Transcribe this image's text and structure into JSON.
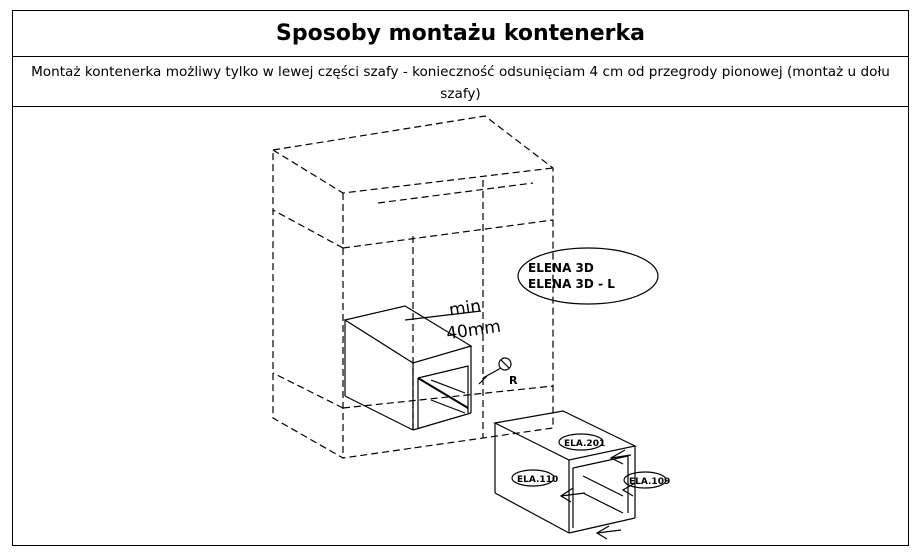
{
  "header": {
    "title": "Sposoby montażu kontenerka"
  },
  "description": {
    "text": "Montaż kontenerka możliwy tylko w lewej części szafy - konieczność odsunięciam 4 cm od przegrody pionowej (montaż u dołu szafy)"
  },
  "drawing": {
    "dimension_line1": "min",
    "dimension_line2": "40mm",
    "model_line1": "ELENA 3D",
    "model_line2": "ELENA 3D - L",
    "screw_label": "R",
    "part_top": "ELA.201",
    "part_left": "ELA.110",
    "part_right": "ELA.109"
  }
}
